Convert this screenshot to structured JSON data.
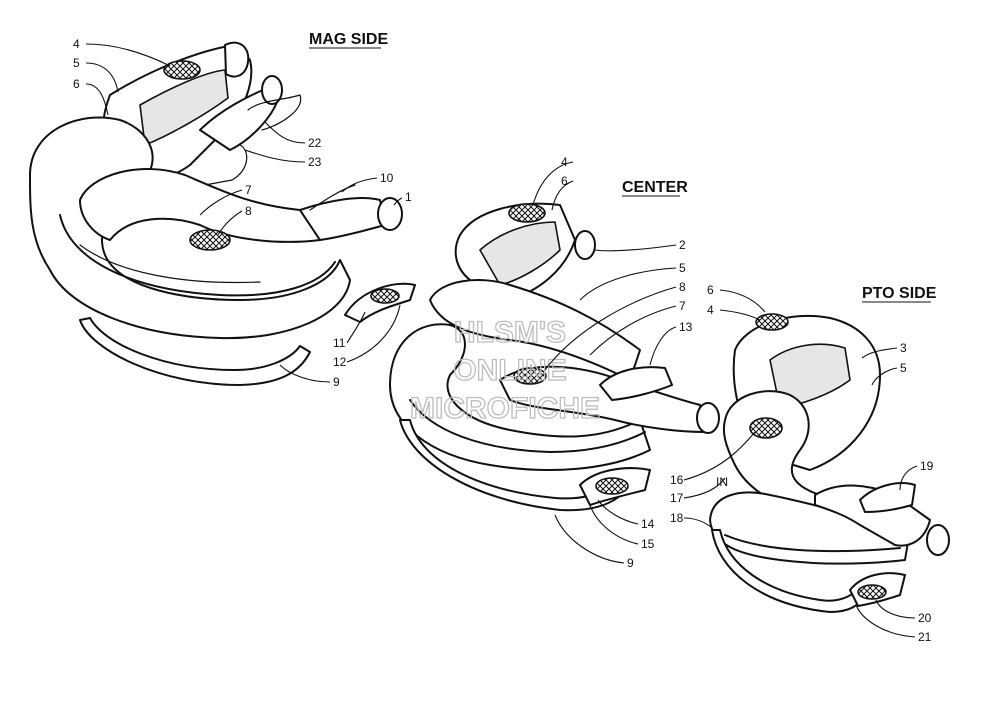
{
  "sections": [
    {
      "id": "mag",
      "title": "MAG SIDE"
    },
    {
      "id": "center",
      "title": "CENTER"
    },
    {
      "id": "pto",
      "title": "PTO SIDE"
    }
  ],
  "callouts": [
    {
      "id": "mag-4",
      "text": "4"
    },
    {
      "id": "mag-5",
      "text": "5"
    },
    {
      "id": "mag-6",
      "text": "6"
    },
    {
      "id": "mag-22",
      "text": "22"
    },
    {
      "id": "mag-23",
      "text": "23"
    },
    {
      "id": "mag-7",
      "text": "7"
    },
    {
      "id": "mag-8",
      "text": "8"
    },
    {
      "id": "mag-10",
      "text": "10"
    },
    {
      "id": "mag-1",
      "text": "1"
    },
    {
      "id": "mag-11",
      "text": "11"
    },
    {
      "id": "mag-12",
      "text": "12"
    },
    {
      "id": "mag-9",
      "text": "9"
    },
    {
      "id": "ctr-4",
      "text": "4"
    },
    {
      "id": "ctr-6",
      "text": "6"
    },
    {
      "id": "ctr-2",
      "text": "2"
    },
    {
      "id": "ctr-5",
      "text": "5"
    },
    {
      "id": "ctr-8",
      "text": "8"
    },
    {
      "id": "ctr-7",
      "text": "7"
    },
    {
      "id": "ctr-13",
      "text": "13"
    },
    {
      "id": "ctr-14",
      "text": "14"
    },
    {
      "id": "ctr-15",
      "text": "15"
    },
    {
      "id": "ctr-9",
      "text": "9"
    },
    {
      "id": "pto-6",
      "text": "6"
    },
    {
      "id": "pto-4",
      "text": "4"
    },
    {
      "id": "pto-3",
      "text": "3"
    },
    {
      "id": "pto-5",
      "text": "5"
    },
    {
      "id": "pto-19",
      "text": "19"
    },
    {
      "id": "pto-16",
      "text": "16"
    },
    {
      "id": "pto-17",
      "text": "17"
    },
    {
      "id": "pto-18",
      "text": "18"
    },
    {
      "id": "pto-20",
      "text": "20"
    },
    {
      "id": "pto-21",
      "text": "21"
    }
  ],
  "watermark": [
    "HLSM'S",
    "ONLINE",
    "MICROFICHE"
  ],
  "stamp": "IN",
  "colors": {
    "ink": "#111111",
    "paper": "#ffffff",
    "watermark": "#bdbdbd"
  }
}
